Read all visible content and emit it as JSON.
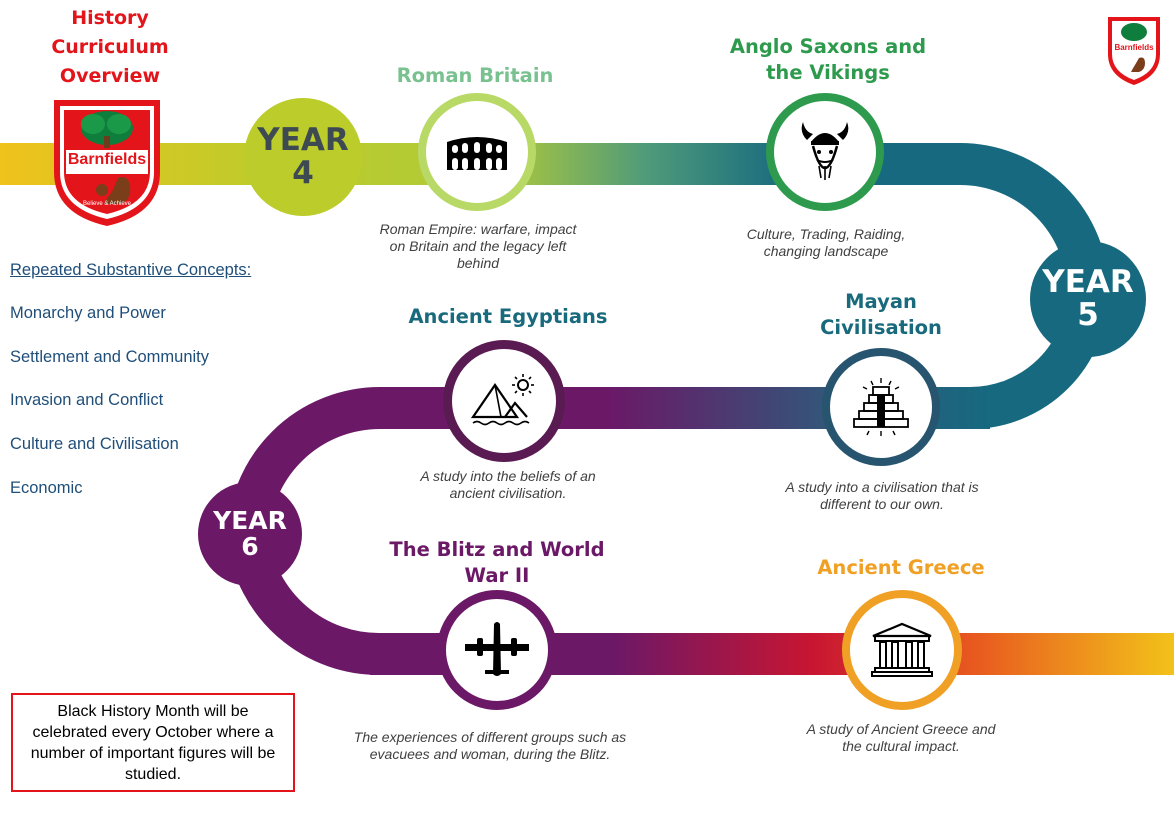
{
  "page_title": "History Curriculum Overview",
  "logo_text": "Barnfields",
  "logo_motto": "Believe & Achieve",
  "concepts": {
    "heading": "Repeated Substantive Concepts:",
    "items": [
      "Monarchy and Power",
      "Settlement and Community",
      "Invasion and Conflict",
      "Culture and Civilisation",
      "Economic"
    ]
  },
  "years": [
    {
      "label": "YEAR",
      "number": "4",
      "color": "#bccc2b"
    },
    {
      "label": "YEAR",
      "number": "5",
      "color": "#16697f"
    },
    {
      "label": "YEAR",
      "number": "6",
      "color": "#6b1867"
    }
  ],
  "topics": {
    "roman": {
      "title": "Roman Britain",
      "desc": "Roman Empire: warfare, impact on Britain and the legacy left behind",
      "color": "#79c18f",
      "icon": "colosseum-icon"
    },
    "anglo": {
      "title": "Anglo Saxons and the Vikings",
      "desc": "Culture, Trading, Raiding, changing landscape",
      "color": "#2e9a4d",
      "icon": "viking-icon"
    },
    "egypt": {
      "title": "Ancient Egyptians",
      "desc": "A study into the beliefs of an ancient civilisation.",
      "color": "#1a6a7d",
      "icon": "pyramid-icon"
    },
    "mayan": {
      "title": "Mayan Civilisation",
      "desc": "A study into a civilisation that is different to our own.",
      "color": "#1a6a7d",
      "icon": "mayan-temple-icon"
    },
    "blitz": {
      "title": "The Blitz and World War II",
      "desc": "The experiences of different groups such as evacuees and woman, during the Blitz.",
      "color": "#6b1867",
      "icon": "plane-icon"
    },
    "greece": {
      "title": "Ancient Greece",
      "desc": "A study of Ancient Greece and the cultural impact.",
      "color": "#f0a024",
      "icon": "greek-temple-icon"
    }
  },
  "note": "Black History Month will be celebrated every October where a number of important figures will be studied.",
  "colors": {
    "red": "#e3151a",
    "yellow": "#f2c21a",
    "lime": "#bccc2b",
    "teal": "#16697f",
    "purple": "#6b1867",
    "orange": "#f0a024",
    "navy": "#1f4e79"
  }
}
